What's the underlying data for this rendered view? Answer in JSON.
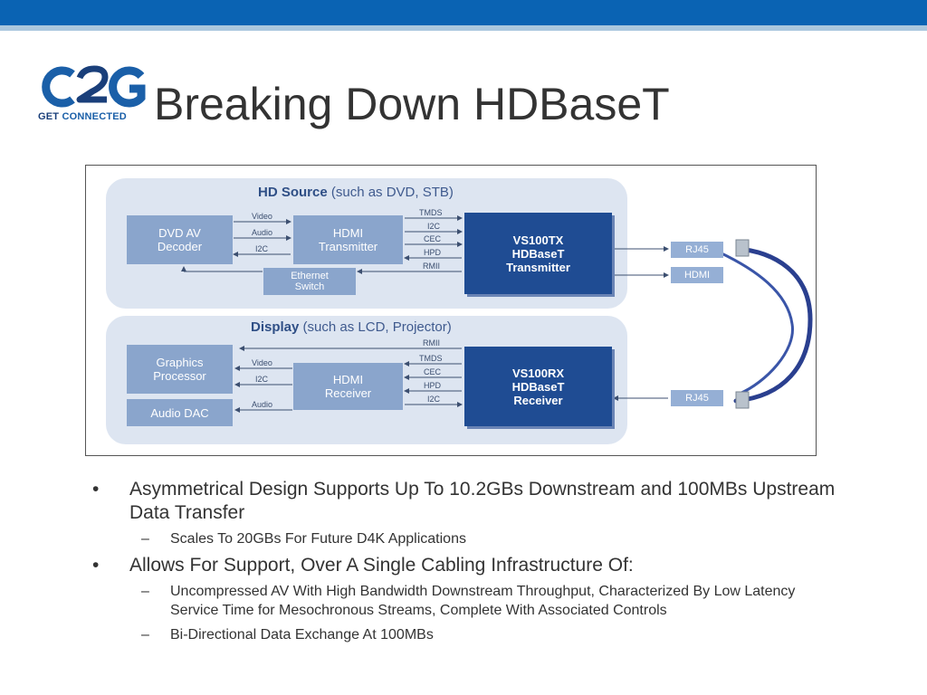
{
  "slide": {
    "title": "Breaking Down HDBaseT",
    "logo": {
      "mark": "C2G",
      "caption_a": "GET",
      "caption_b": "CONNECTED"
    }
  },
  "diagram": {
    "source_panel": {
      "title_bold": "HD Source",
      "title_rest": "(such as DVD, STB)"
    },
    "display_panel": {
      "title_bold": "Display",
      "title_rest": "(such as LCD, Projector)"
    },
    "blocks": {
      "dvd_decoder": "DVD AV\nDecoder",
      "hdmi_tx": "HDMI\nTransmitter",
      "vs100tx": "VS100TX\nHDBaseT\nTransmitter",
      "ethernet_switch": "Ethernet\nSwitch",
      "graphics": "Graphics\nProcessor",
      "audio_dac": "Audio DAC",
      "hdmi_rx": "HDMI\nReceiver",
      "vs100rx": "VS100RX\nHDBaseT\nReceiver"
    },
    "ports": {
      "rj45_top": "RJ45",
      "hdmi": "HDMI",
      "rj45_bottom": "RJ45"
    },
    "signals": {
      "video": "Video",
      "audio": "Audio",
      "i2c": "I2C",
      "tmds": "TMDS",
      "cec": "CEC",
      "hpd": "HPD",
      "rmii": "RMII"
    }
  },
  "bullets": [
    {
      "text": "Asymmetrical Design Supports Up To 10.2GBs Downstream and 100MBs Upstream Data Transfer",
      "subs": [
        "Scales To 20GBs For Future D4K Applications"
      ]
    },
    {
      "text": "Allows For Support, Over A Single Cabling Infrastructure Of:",
      "subs": [
        "Uncompressed AV With High Bandwidth  Downstream Throughput,  Characterized By Low Latency Service Time for Mesochronous  Streams, Complete With Associated Controls",
        "Bi-Directional Data Exchange  At 100MBs"
      ]
    }
  ],
  "colors": {
    "header": "#0a63b3",
    "logo_blue": "#1a5fa8",
    "block_dark": "#1f4c93",
    "block_light": "#8aa5cc",
    "cable": "#2a3f8f"
  }
}
